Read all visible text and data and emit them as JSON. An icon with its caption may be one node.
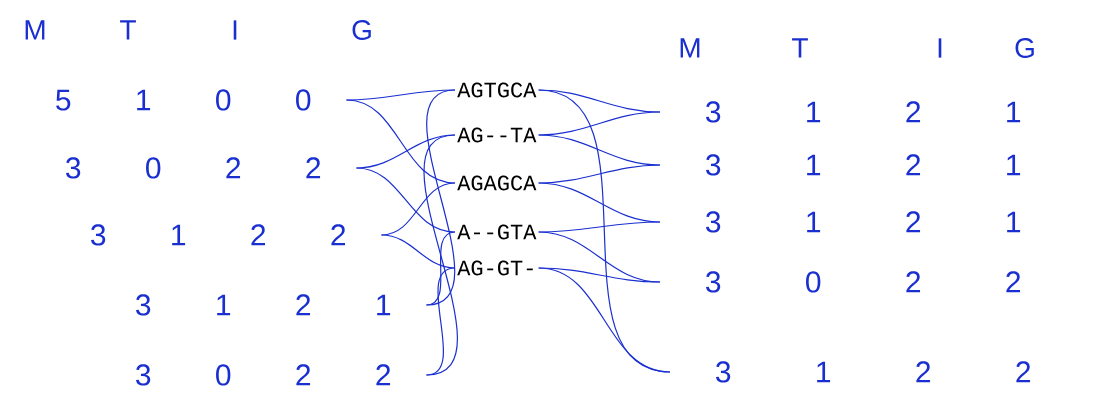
{
  "diagram": {
    "nodes": [
      {
        "text": [
          "5",
          "1",
          "0",
          "0"
        ]
      },
      {
        "text": [
          "3",
          "0",
          "2",
          "2"
        ]
      },
      {
        "text": [
          "3",
          "1",
          "2",
          "2"
        ]
      },
      {
        "text": [
          "3",
          "1",
          "2",
          "1"
        ]
      },
      {
        "text": [
          "3",
          "0",
          "2",
          "2"
        ]
      },
      {
        "text": [
          "AGTGCA"
        ]
      },
      {
        "text": [
          "AG--TA"
        ]
      },
      {
        "text": [
          "AGAGCA"
        ]
      },
      {
        "text": [
          "A--GTA"
        ]
      },
      {
        "text": [
          "AG-GT-"
        ]
      },
      {
        "text": [
          "3",
          "1",
          "2",
          "1"
        ]
      },
      {
        "text": [
          "3",
          "1",
          "2",
          "1"
        ]
      },
      {
        "text": [
          "3",
          "1",
          "2",
          "1"
        ]
      },
      {
        "text": [
          "3",
          "0",
          "2",
          "2"
        ]
      },
      {
        "text": [
          "3",
          "1",
          "2",
          "2"
        ]
      }
    ],
    "edges": [
      {
        "from": 0,
        "to": 5,
        "arrow": "none"
      },
      {
        "from": 0,
        "to": 7,
        "arrow": "none"
      },
      {
        "from": 1,
        "to": 6,
        "arrow": "none"
      },
      {
        "from": 1,
        "to": 8,
        "arrow": "none"
      },
      {
        "from": 2,
        "to": 7,
        "arrow": "none"
      },
      {
        "from": 2,
        "to": 9,
        "arrow": "none"
      },
      {
        "from": 3,
        "to": 5,
        "arrow": "none"
      },
      {
        "from": 3,
        "to": 8,
        "arrow": "none"
      },
      {
        "from": 4,
        "to": 6,
        "arrow": "none"
      },
      {
        "from": 4,
        "to": 9,
        "arrow": "none"
      },
      {
        "from": 5,
        "to": 10,
        "arrow": "none"
      },
      {
        "from": 6,
        "to": 10,
        "arrow": "none"
      },
      {
        "from": 6,
        "to": 11,
        "arrow": "none"
      },
      {
        "from": 7,
        "to": 11,
        "arrow": "none"
      },
      {
        "from": 7,
        "to": 12,
        "arrow": "none"
      },
      {
        "from": 8,
        "to": 12,
        "arrow": "none"
      },
      {
        "from": 8,
        "to": 13,
        "arrow": "none"
      },
      {
        "from": 9,
        "to": 13,
        "arrow": "none"
      },
      {
        "from": 5,
        "to": 14,
        "arrow": "none"
      },
      {
        "from": 9,
        "to": 14,
        "arrow": "none"
      }
    ],
    "labels": [
      "M",
      "T",
      "I",
      "G",
      "M",
      "T",
      "I",
      "G"
    ]
  }
}
